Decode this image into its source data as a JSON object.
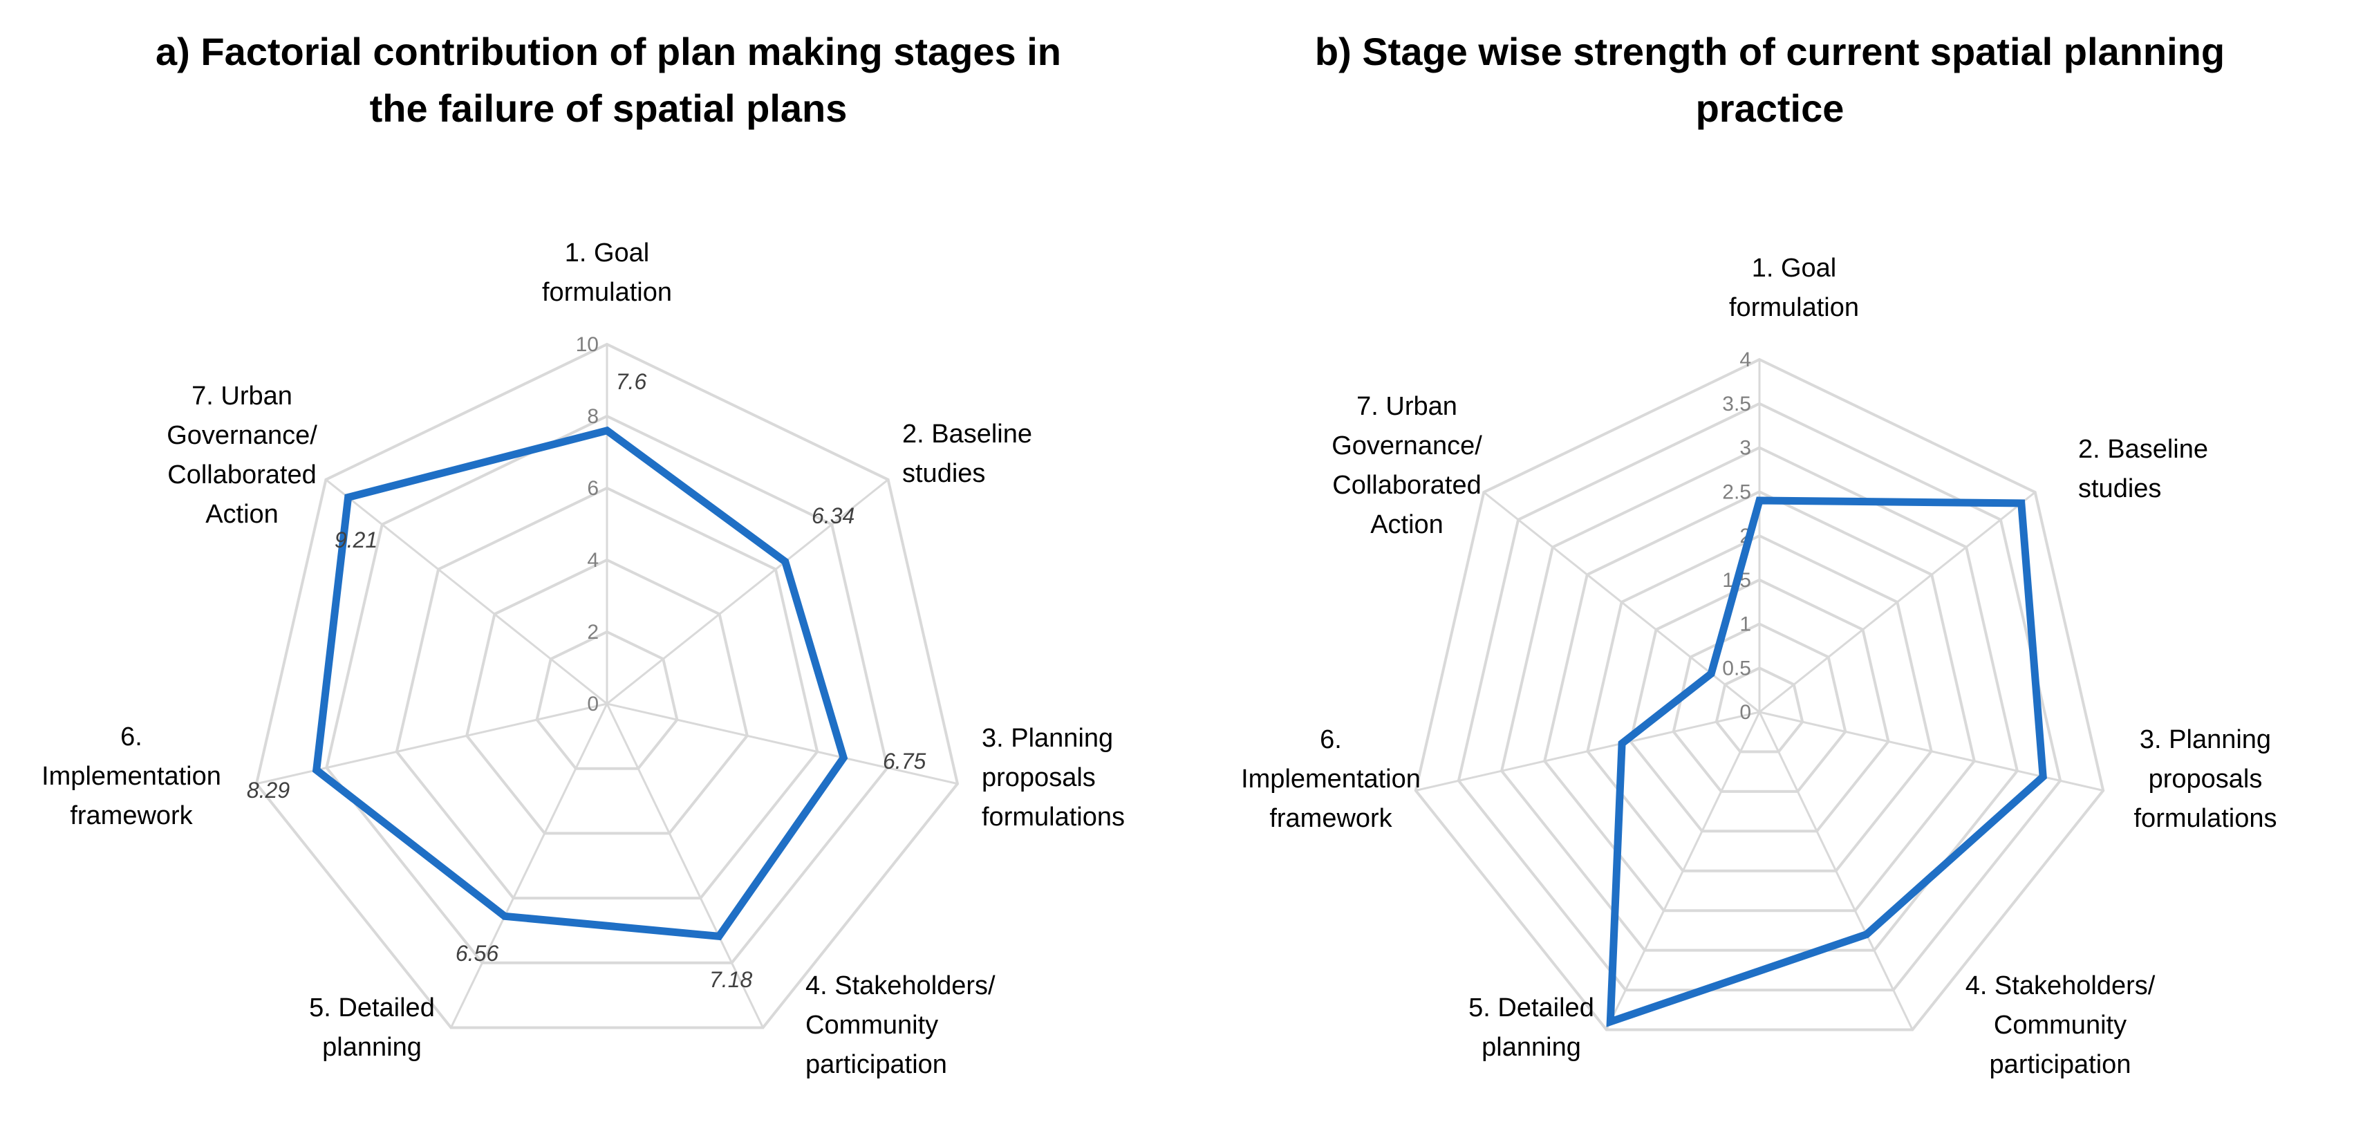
{
  "colors": {
    "series": "#1f6fc5",
    "grid": "#d9d9d9",
    "tick": "#7f7f7f"
  },
  "chart_data": [
    {
      "type": "radar",
      "title": "a) Factorial contribution of plan making stages in the failure of spatial plans",
      "title_lines": [
        "a) Factorial contribution of plan making stages in",
        "the failure of spatial plans"
      ],
      "categories": [
        [
          "1. Goal",
          "formulation"
        ],
        [
          "2. Baseline",
          "studies"
        ],
        [
          "3. Planning",
          "proposals",
          "formulations"
        ],
        [
          "4. Stakeholders/",
          "Community",
          "participation"
        ],
        [
          "5. Detailed",
          "planning"
        ],
        [
          "6.",
          "Implementation",
          "framework"
        ],
        [
          "7. Urban",
          "Governance/",
          "Collaborated",
          "Action"
        ]
      ],
      "values": [
        7.6,
        6.34,
        6.75,
        7.18,
        6.56,
        8.29,
        9.21
      ],
      "data_labels": [
        "7.6",
        "6.34",
        "6.75",
        "7.18",
        "6.56",
        "8.29",
        "9.21"
      ],
      "ticks": [
        "0",
        "2",
        "4",
        "6",
        "8",
        "10"
      ],
      "rlim": [
        0,
        10
      ],
      "grid": true,
      "legend": "none"
    },
    {
      "type": "radar",
      "title": "b) Stage wise strength of current spatial planning practice",
      "title_lines": [
        "b) Stage wise strength of current spatial planning",
        "practice"
      ],
      "categories": [
        [
          "1. Goal",
          "formulation"
        ],
        [
          "2. Baseline",
          "studies"
        ],
        [
          "3. Planning",
          "proposals",
          "formulations"
        ],
        [
          "4. Stakeholders/",
          "Community",
          "participation"
        ],
        [
          "5. Detailed",
          "planning"
        ],
        [
          "6.",
          "Implementation",
          "framework"
        ],
        [
          "7. Urban",
          "Governance/",
          "Collaborated",
          "Action"
        ]
      ],
      "values": [
        2.4,
        3.8,
        3.3,
        2.8,
        3.9,
        1.6,
        0.7
      ],
      "ticks": [
        "0",
        "0.5",
        "1",
        "1.5",
        "2",
        "2.5",
        "3",
        "3.5",
        "4"
      ],
      "rlim": [
        0,
        4
      ],
      "grid": true,
      "legend": "none"
    }
  ]
}
